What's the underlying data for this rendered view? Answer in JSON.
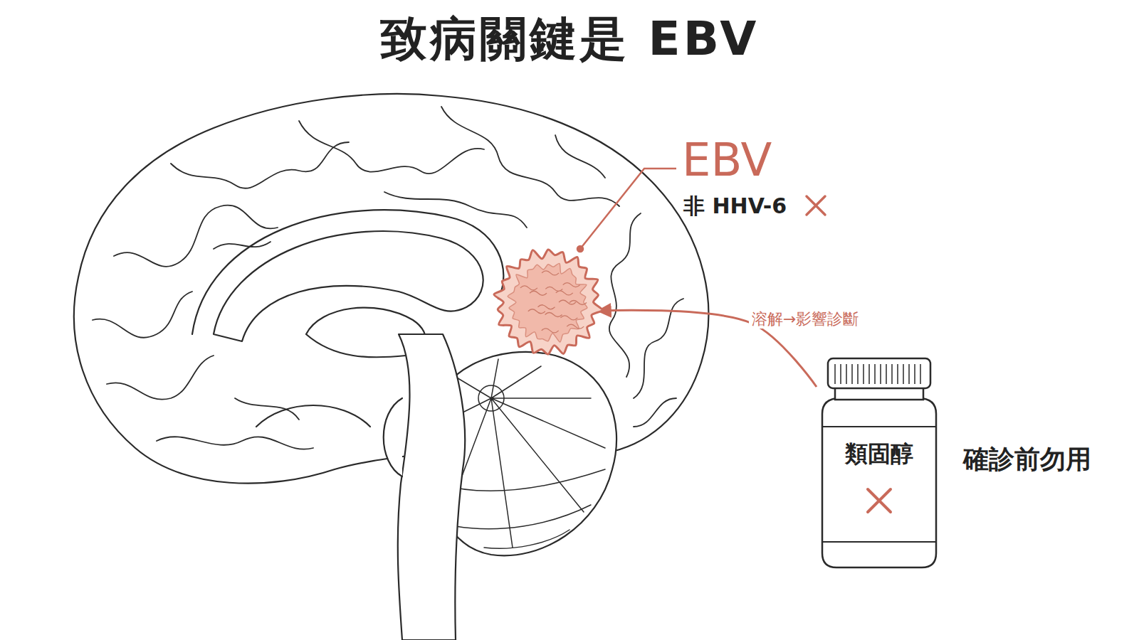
{
  "diagram": {
    "title": "致病關鍵是 EBV",
    "nodes": [
      {
        "text": [
          "EBV",
          "非 HHV-6"
        ]
      },
      {
        "text": [
          "類固醇",
          "確診前勿用"
        ]
      }
    ],
    "edges": [
      {
        "from": 1,
        "to": 0,
        "arrow": "to",
        "label": "溶解→影響診斷"
      }
    ]
  }
}
